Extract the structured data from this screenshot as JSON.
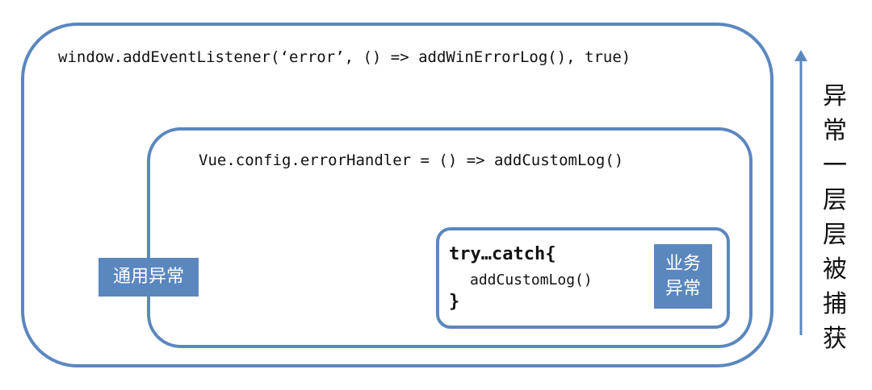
{
  "outer": {
    "code": "window.addEventListener(‘error’, () => addWinErrorLog(), true)"
  },
  "middle": {
    "code": "Vue.config.errorHandler = () => addCustomLog()"
  },
  "inner": {
    "try_line": "try…catch{",
    "call_line": "addCustomLog()",
    "close_line": "}"
  },
  "labels": {
    "general": "通用异常",
    "business_line1": "业务",
    "business_line2": "异常"
  },
  "side_caption": [
    "异",
    "常",
    "一",
    "层",
    "层",
    "被",
    "捕",
    "获"
  ],
  "colors": {
    "accent": "#5b87bf",
    "text": "#111111",
    "background": "#ffffff"
  },
  "icons": {
    "arrow": "up-arrow-icon"
  }
}
